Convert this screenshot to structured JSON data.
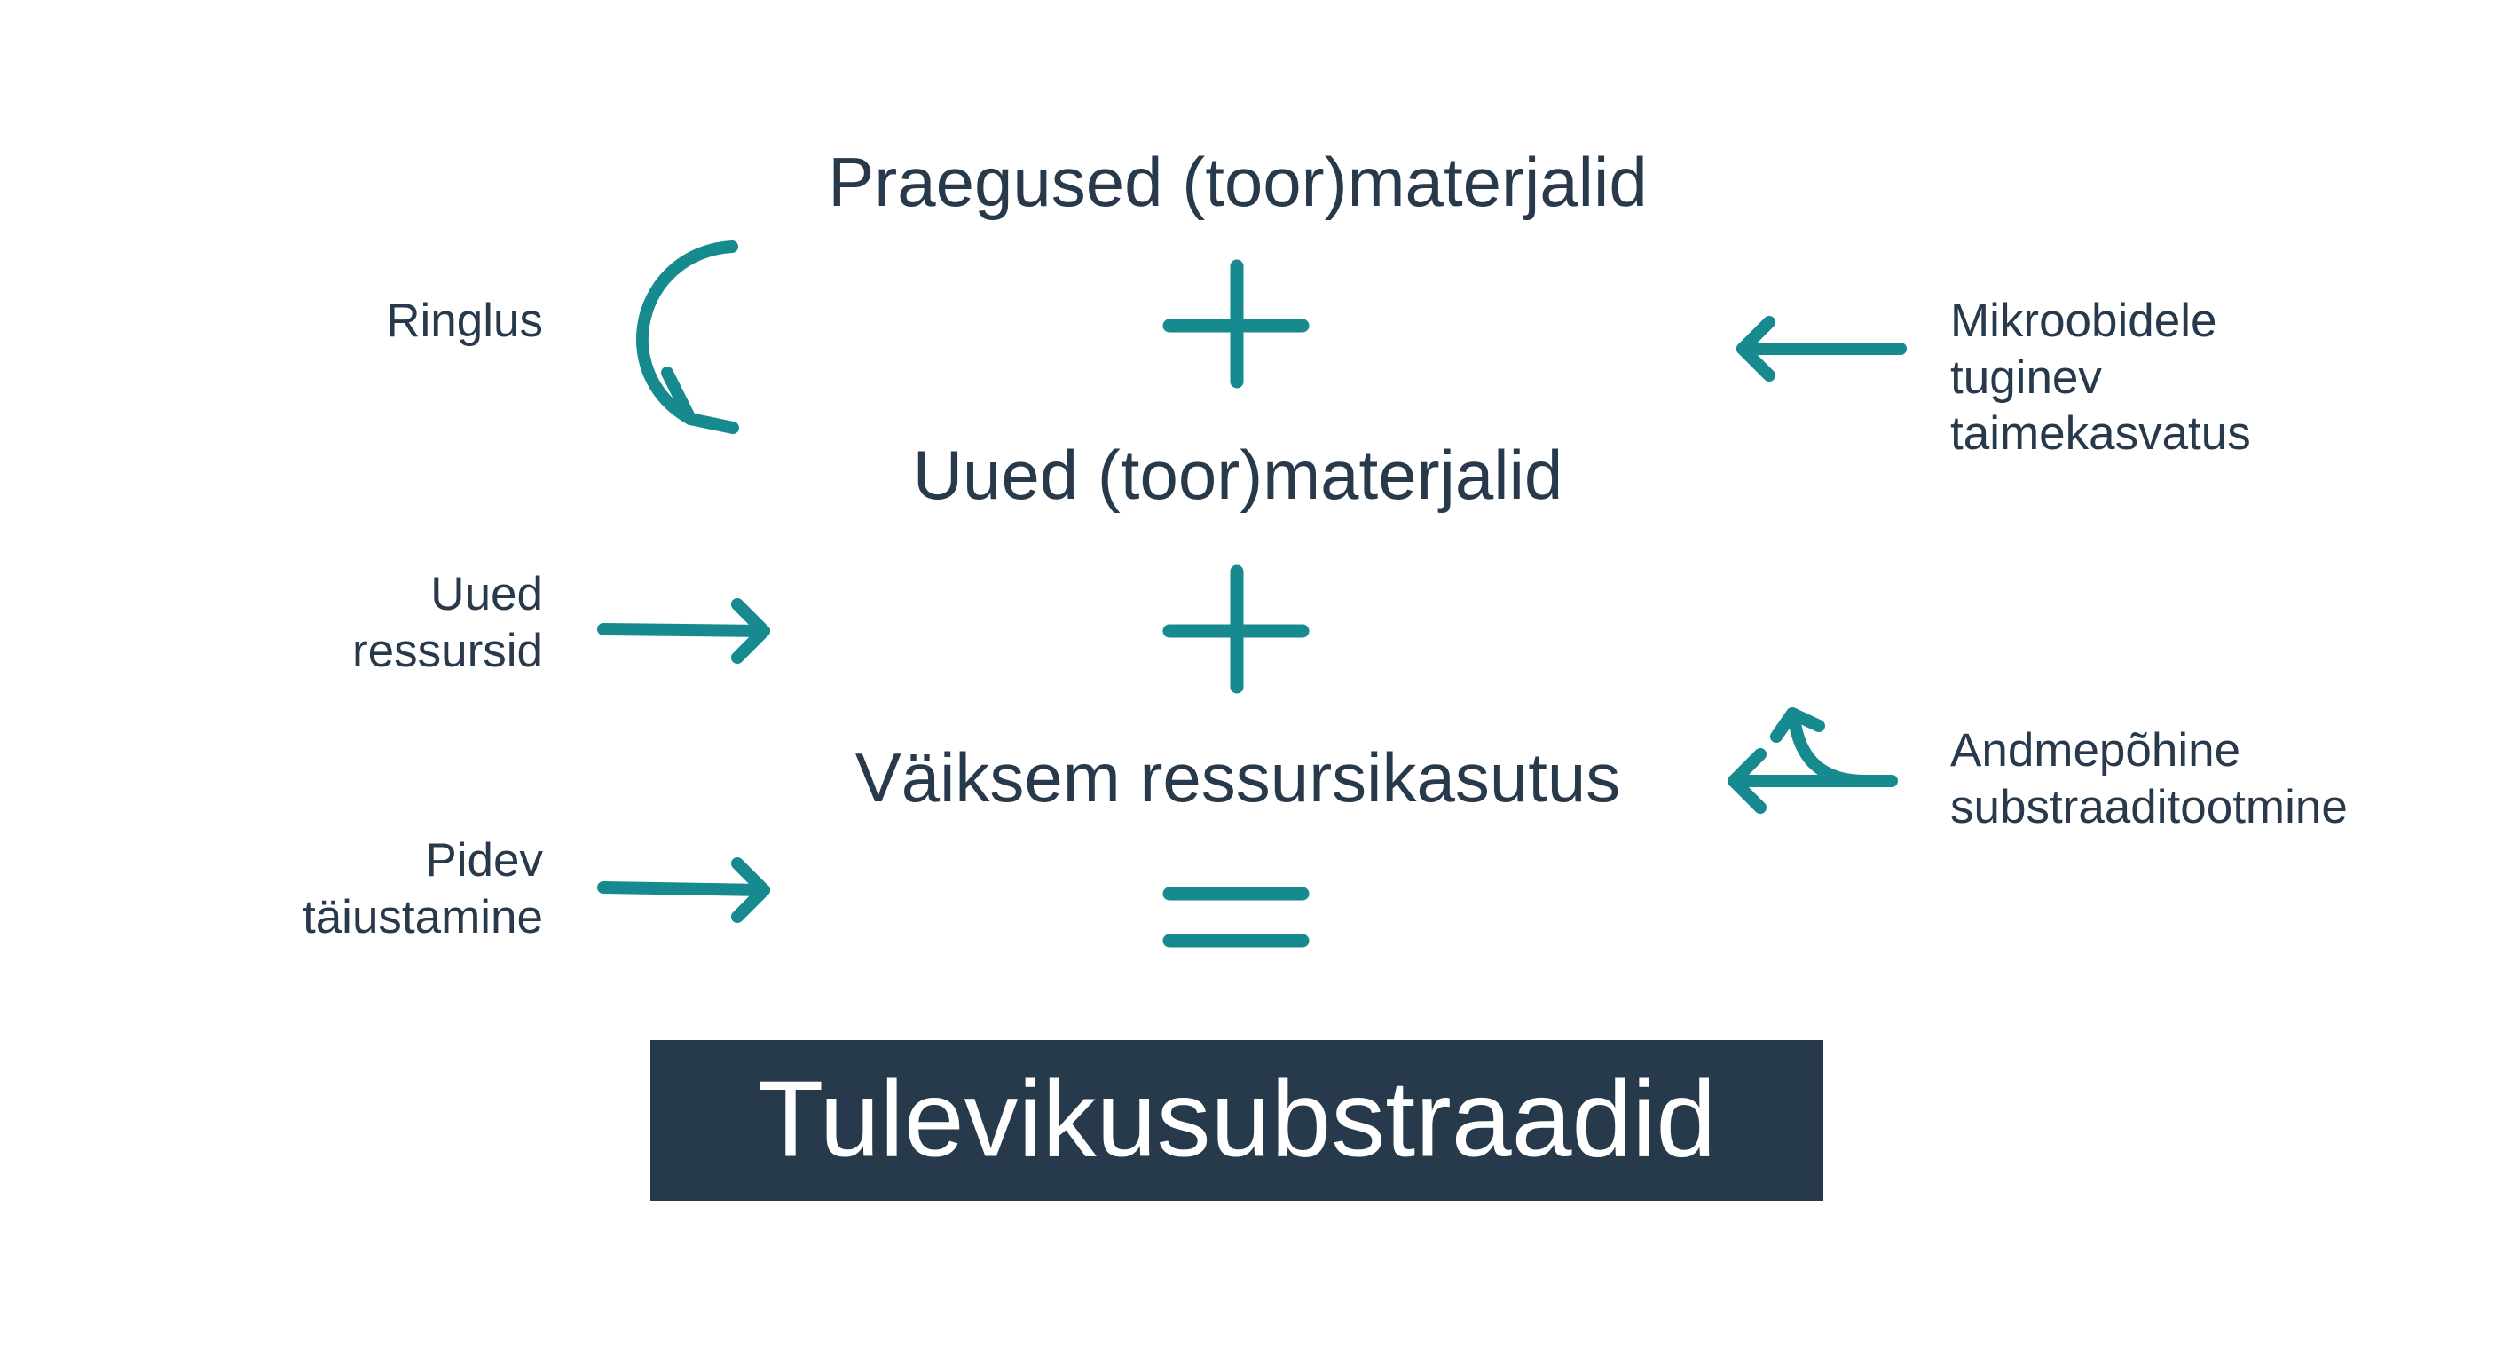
{
  "diagram": {
    "terms": {
      "current_materials": "Praegused (toor)materjalid",
      "new_materials": "Uued (toor)materjalid",
      "lower_resource_use": "Väiksem ressursikasutus"
    },
    "result": "Tulevikusubstraadid",
    "left_inputs": {
      "circulation": [
        "Ringlus"
      ],
      "new_resources": [
        "Uued",
        "ressursid"
      ],
      "continuous_improvement": [
        "Pidev",
        "täiustamine"
      ]
    },
    "right_inputs": {
      "microbe_growing": [
        "Mikroobidele",
        "tuginev",
        "taimekasvatus"
      ],
      "data_substrate_production": [
        "Andmepõhine",
        "substraaditootmine"
      ]
    },
    "operators": [
      "plus",
      "plus",
      "equals"
    ],
    "colors": {
      "text": "#27394a",
      "arrow": "#168a8e",
      "result_background": "#263a4b",
      "result_text": "#ffffff"
    }
  }
}
